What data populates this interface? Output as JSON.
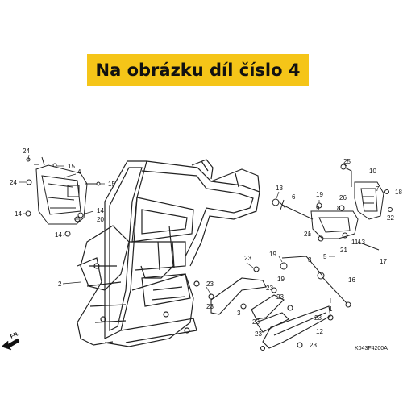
{
  "banner": {
    "text": "Na obrázku díl číslo 4",
    "color": "#f5c518"
  },
  "diagram": {
    "front_label": "FR.",
    "code": "K043F4200A",
    "callouts": {
      "c24a": "24",
      "c15a": "15",
      "c4": "4",
      "c24b": "24",
      "c15b": "15",
      "c14a": "14",
      "c14b": "14",
      "c20": "20",
      "c14c": "14",
      "c2": "2",
      "c25": "25",
      "c10": "10",
      "c13": "13",
      "c6": "6",
      "c19a": "19",
      "c26": "26",
      "c7": "7",
      "c18": "18",
      "c9": "9",
      "c22": "22",
      "c8": "8",
      "c21a": "21",
      "c21b": "21",
      "c5": "5",
      "c11": "11",
      "c13b": "13",
      "c17": "17",
      "c19b": "19",
      "c3": "3",
      "c16": "16",
      "c23a": "23",
      "c23b": "23",
      "c19c": "19",
      "c23c": "23",
      "c23d": "23",
      "c23e": "23",
      "c23f": "23",
      "c23g": "23",
      "c3b": "3",
      "c1": "1",
      "c12": "12",
      "c23h": "23",
      "c23i": "23"
    }
  }
}
